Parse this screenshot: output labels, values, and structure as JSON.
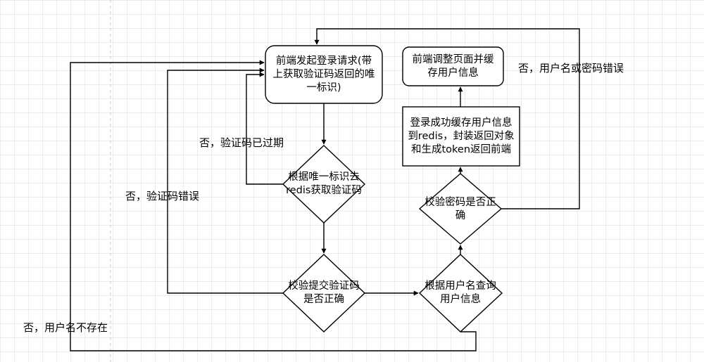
{
  "nodes": {
    "start": "前端发起登录请求(带上获取验证码返回的唯一标识)",
    "get_code": "根据唯一标识去redis获取验证码",
    "check_code": "校验提交验证码是否正确",
    "query_user": "根据用户名查询用户信息",
    "check_pwd": "校验密码是否正确",
    "cache_user": "登录成功缓存用户信息到redis，封装返回对象和生成token返回前端",
    "frontend_cache": "前端调整页面并缓存用户信息"
  },
  "edges": {
    "code_expired": "否，验证码已过期",
    "code_wrong": "否，验证码错误",
    "user_not_exist": "否，用户名不存在",
    "user_or_pwd_wrong": "否，用户名或密码错误"
  },
  "colors": {
    "stroke": "#000000",
    "fill": "#ffffff",
    "grid": "#ececec"
  }
}
